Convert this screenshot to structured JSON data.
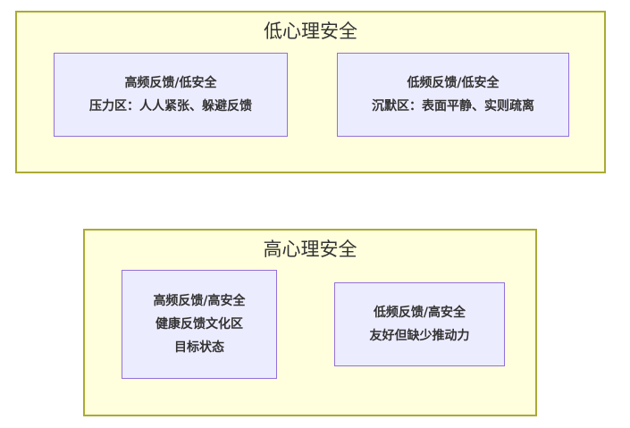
{
  "diagram": {
    "colors": {
      "page_background": "#FFFFFF",
      "cluster_fill": "#FFFFDE",
      "cluster_border": "#AAAA33",
      "node_fill": "#ECECFF",
      "node_border": "#9370DB",
      "text_color": "#333333"
    },
    "clusters": [
      {
        "title": "低心理安全",
        "nodes": [
          {
            "lines": [
              "高频反馈/低安全",
              "压力区：人人紧张、躲避反馈"
            ]
          },
          {
            "lines": [
              "低频反馈/低安全",
              "沉默区：表面平静、实则疏离"
            ]
          }
        ]
      },
      {
        "title": "高心理安全",
        "nodes": [
          {
            "lines": [
              "高频反馈/高安全",
              "健康反馈文化区",
              "目标状态"
            ]
          },
          {
            "lines": [
              "低频反馈/高安全",
              "友好但缺少推动力"
            ]
          }
        ]
      }
    ]
  }
}
